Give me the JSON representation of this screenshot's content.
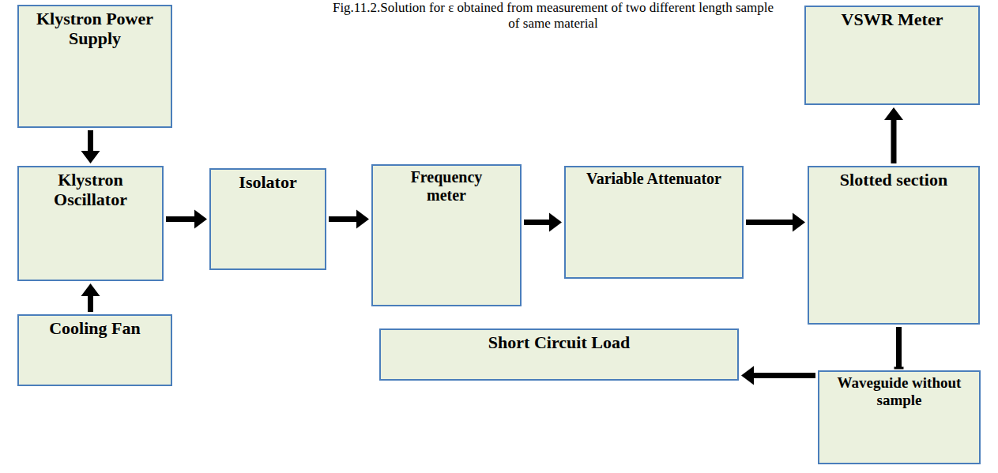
{
  "diagram": {
    "caption": "Fig.11.2.Solution for ε obtained from measurement of two different length sample of same material",
    "nodes": [
      {
        "text": [
          "Klystron Power Supply"
        ]
      },
      {
        "text": [
          "Klystron Oscillator"
        ]
      },
      {
        "text": [
          "Cooling Fan"
        ]
      },
      {
        "text": [
          "Isolator"
        ]
      },
      {
        "text": [
          "Frequency meter"
        ]
      },
      {
        "text": [
          "Variable Attenuator"
        ]
      },
      {
        "text": [
          "Slotted section"
        ]
      },
      {
        "text": [
          "VSWR Meter"
        ]
      },
      {
        "text": [
          "Short Circuit Load"
        ]
      },
      {
        "text": [
          "Waveguide without sample"
        ]
      }
    ],
    "edges": [
      {
        "from": 0,
        "to": 1,
        "arrow": "to"
      },
      {
        "from": 2,
        "to": 1,
        "arrow": "to"
      },
      {
        "from": 1,
        "to": 3,
        "arrow": "to"
      },
      {
        "from": 3,
        "to": 4,
        "arrow": "to"
      },
      {
        "from": 4,
        "to": 5,
        "arrow": "to"
      },
      {
        "from": 5,
        "to": 6,
        "arrow": "to"
      },
      {
        "from": 6,
        "to": 7,
        "arrow": "to"
      },
      {
        "from": 6,
        "to": 9,
        "arrow": "none"
      },
      {
        "from": 9,
        "to": 8,
        "arrow": "to"
      }
    ]
  }
}
